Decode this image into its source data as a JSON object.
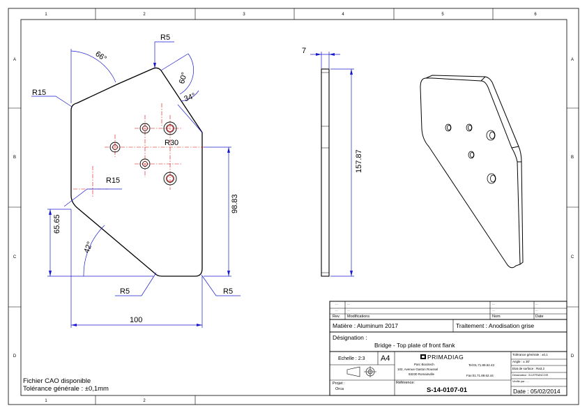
{
  "frame": {
    "col_labels": [
      "1",
      "2",
      "3",
      "4",
      "5",
      "6"
    ],
    "row_labels": [
      "A",
      "B",
      "C",
      "D"
    ]
  },
  "dimensions": {
    "r5_top": "R5",
    "angle_66": "66°",
    "angle_60": "60°",
    "angle_34": "34°",
    "r15_top": "R15",
    "r30": "R30",
    "r15_mid": "R15",
    "d98": "98.83",
    "d65": "65.65",
    "angle_42": "42°",
    "r5_bl": "R5",
    "r5_br": "R5",
    "d100": "100",
    "thickness": "7",
    "d157": "157.87"
  },
  "notes": {
    "cad": "Fichier CAO disponible",
    "tol": "Tolérance générale : ±0,1mm"
  },
  "title_block": {
    "rev_dots": "...",
    "rev_label": "Rev.",
    "modifications": "Modifications",
    "nom": "Nom",
    "date": "Date",
    "matiere": "Matière : Aluminum 2017",
    "traitement": "Traitement : Anodisation grise",
    "designation_label": "Désignation :",
    "designation": "Bridge - Top plate of front flank",
    "echelle": "Echelle : 2:3",
    "format": "A4",
    "company": "PRIMADIAG",
    "addr1": "Parc Biocitech",
    "addr2": "102, Avenue Gaston Roussel",
    "addr3": "93230 Romainville",
    "tel": "Tel:01.71.89.62.43",
    "fax": "Fax:01.71.89.62.44",
    "tol_gen": "Tolérance générale : ±0,1",
    "angle": "Angle : ± 30'",
    "surface": "Etat de surface : Ra3,2",
    "dessinateur": "Dessinateur : B.LEFRANCOIS",
    "verifie": "Vérifié par : ...",
    "projet_label": "Projet :",
    "projet": "Orca",
    "reference_label": "Référence:",
    "reference": "S-14-0107-01",
    "date_value": "Date : 05/02/2014"
  }
}
